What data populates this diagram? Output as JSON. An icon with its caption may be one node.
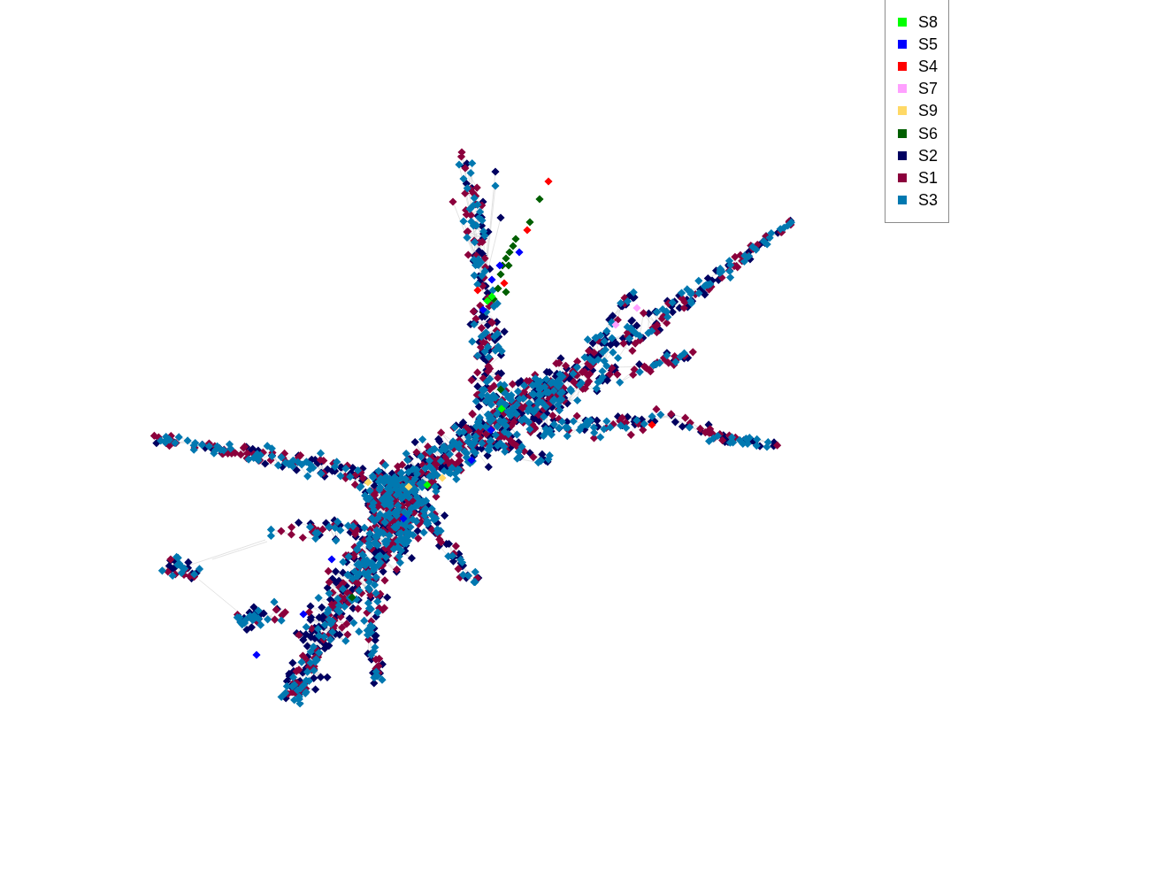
{
  "diagram": {
    "legend": [
      {
        "text": "S8",
        "color": "#00ff00"
      },
      {
        "text": "S5",
        "color": "#0000ff"
      },
      {
        "text": "S4",
        "color": "#ff0000"
      },
      {
        "text": "S7",
        "color": "#ffa0ff"
      },
      {
        "text": "S9",
        "color": "#ffd966"
      },
      {
        "text": "S6",
        "color": "#005f00"
      },
      {
        "text": "S2",
        "color": "#000060"
      },
      {
        "text": "S1",
        "color": "#8b003c"
      },
      {
        "text": "S3",
        "color": "#0078b0"
      }
    ]
  }
}
